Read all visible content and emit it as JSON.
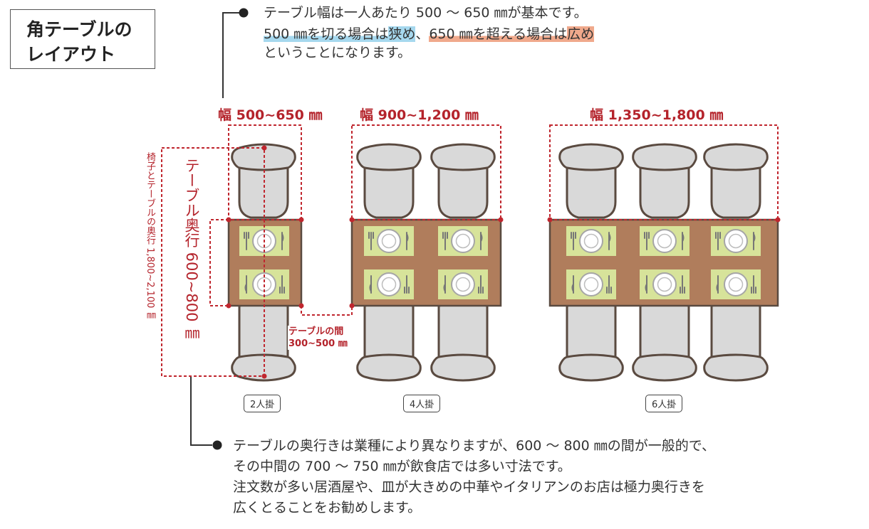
{
  "title": {
    "line1": "角テーブルの",
    "line2": "レイアウト"
  },
  "top_note": {
    "line1": "テーブル幅は一人あたり 500 ～ 650 ㎜が基本です。",
    "line2_a": "500 ㎜を切る場合は",
    "line2_b": "狭め",
    "line2_c": "、",
    "line2_d": "650 ㎜を超える場合は",
    "line2_e": "広め",
    "line3": "ということになります。"
  },
  "widths": {
    "w2": "幅 500~650 ㎜",
    "w4": "幅 900~1,200 ㎜",
    "w6": "幅 1,350~1,800 ㎜"
  },
  "depth_label": "テーブル奥行 600~800 ㎜",
  "chair_depth_label": "椅子とテーブルの奥行 1,800~2,100 ㎜",
  "gap_label": {
    "line1": "テーブルの間",
    "line2": "300~500 ㎜"
  },
  "captions": {
    "two": "2人掛",
    "four": "4人掛",
    "six": "6人掛"
  },
  "bottom_note": {
    "line1": "テーブルの奥行きは業種により異なりますが、600 ～ 800 ㎜の間が一般的で、",
    "line2": "その中間の 700 ～ 750 ㎜が飲食店では多い寸法です。",
    "line3": "注文数が多い居酒屋や、皿が大きめの中華やイタリアンのお店は極力奥行きを",
    "line4": "広くとることをお勧めします。"
  },
  "colors": {
    "accent_red": "#b4232b",
    "table": "#b07d5c",
    "placemat": "#d7e39a",
    "chair": "#d9d9d9",
    "chair_outline": "#5a4a40",
    "highlight_blue": "#a6d8ee",
    "highlight_red": "#f0a98c"
  },
  "icons": [
    "plate-icon",
    "fork-icon",
    "knife-icon",
    "chair-icon",
    "bullet-dot-icon"
  ]
}
